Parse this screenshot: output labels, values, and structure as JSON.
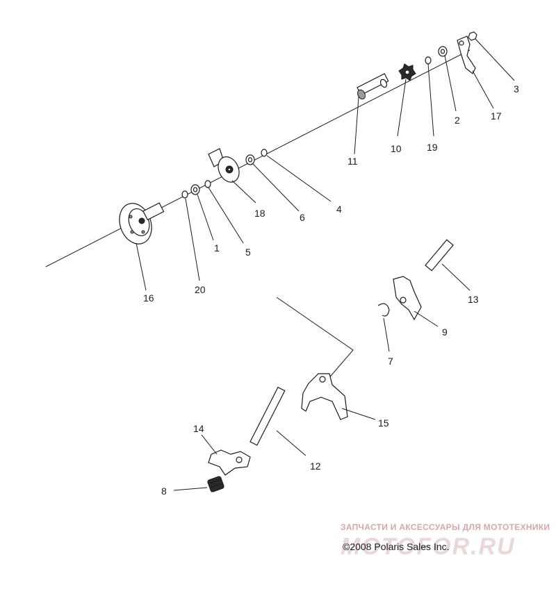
{
  "callouts": {
    "c1": "1",
    "c2": "2",
    "c3": "3",
    "c4": "4",
    "c5": "5",
    "c6": "6",
    "c7": "7",
    "c8": "8",
    "c9": "9",
    "c10": "10",
    "c11": "11",
    "c12": "12",
    "c13": "13",
    "c14": "14",
    "c15": "15",
    "c16": "16",
    "c17": "17",
    "c18": "18",
    "c19": "19",
    "c20": "20"
  },
  "watermark": {
    "tagline": "ЗАПЧАСТИ И АКСЕССУАРЫ ДЛЯ МОТОТЕХНИКИ",
    "brand": "MOTOFOR.RU"
  },
  "copyright": "©2008 Polaris Sales Inc."
}
